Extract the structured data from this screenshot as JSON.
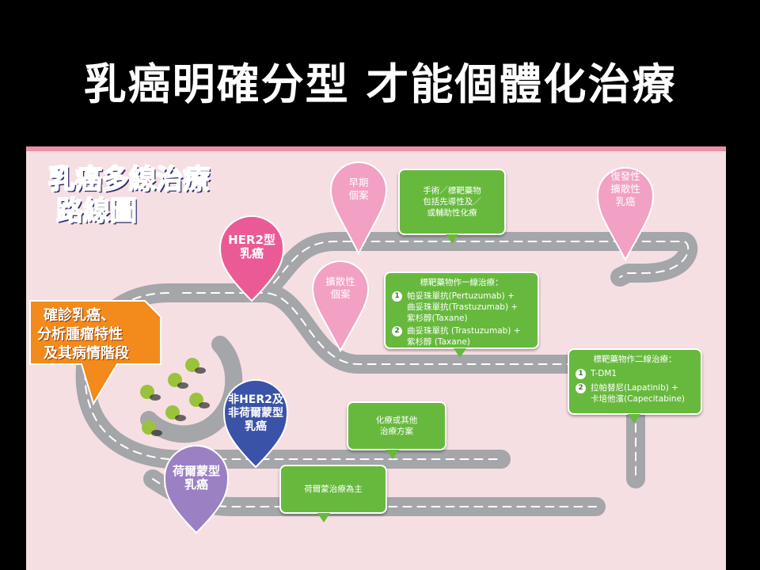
{
  "slide": {
    "title": "乳癌明確分型 才能個體化治療"
  },
  "panel": {
    "heading_line1": "乳癌多線治療",
    "heading_line2": "路線圖",
    "diagnosis": {
      "line1": "確診乳癌、",
      "line2": "分析腫瘤特性",
      "line3": "及其病情階段"
    },
    "pins": {
      "her2": {
        "line1": "HER2型",
        "line2": "乳癌",
        "color": "#ea5b95"
      },
      "non_her2": {
        "line1": "非HER2及",
        "line2": "非荷爾蒙型",
        "line3": "乳癌",
        "color": "#3a52a8"
      },
      "hormone": {
        "line1": "荷爾蒙型",
        "line2": "乳癌",
        "color": "#9b80c4"
      },
      "early": {
        "line1": "早期",
        "line2": "個案"
      },
      "metastatic": {
        "line1": "擴散性",
        "line2": "個案"
      },
      "recurrent": {
        "line1": "復發性",
        "line2": "擴散性",
        "line3": "乳癌"
      }
    },
    "boxes": {
      "surgery": {
        "line1": "手術／標靶藥物",
        "line2": "包括先導性及／",
        "line3": "或輔助性化療"
      },
      "first_line": {
        "title": "標靶藥物作一線治療：",
        "items": [
          {
            "num": "1",
            "line1": "帕妥珠單抗(Pertuzumab) +",
            "line2": "曲妥珠單抗(Trastuzumab) +",
            "line3": "紫杉醇(Taxane)"
          },
          {
            "num": "2",
            "line1": "曲妥珠單抗 (Trastuzumab) +",
            "line2": "紫杉醇  (Taxane)"
          }
        ]
      },
      "second_line": {
        "title": "標靶藥物作二線治療：",
        "items": [
          {
            "num": "1",
            "line1": "T-DM1"
          },
          {
            "num": "2",
            "line1": "拉帕替尼(Lapatinib) +",
            "line2": "卡培他濱(Capecitabine)"
          }
        ]
      },
      "chemo": {
        "line1": "化療或其他",
        "line2": "治療方案"
      },
      "hormone_therapy": {
        "line1": "荷爾蒙治療為主"
      }
    },
    "colors": {
      "road": "#a4a6a9",
      "road_dash": "#ffffff",
      "box_green": "#67b93d",
      "pin_pink": "#f2a0c4",
      "panel_bg": "#f6dfe3",
      "diag_orange": "#f28a1c"
    }
  }
}
